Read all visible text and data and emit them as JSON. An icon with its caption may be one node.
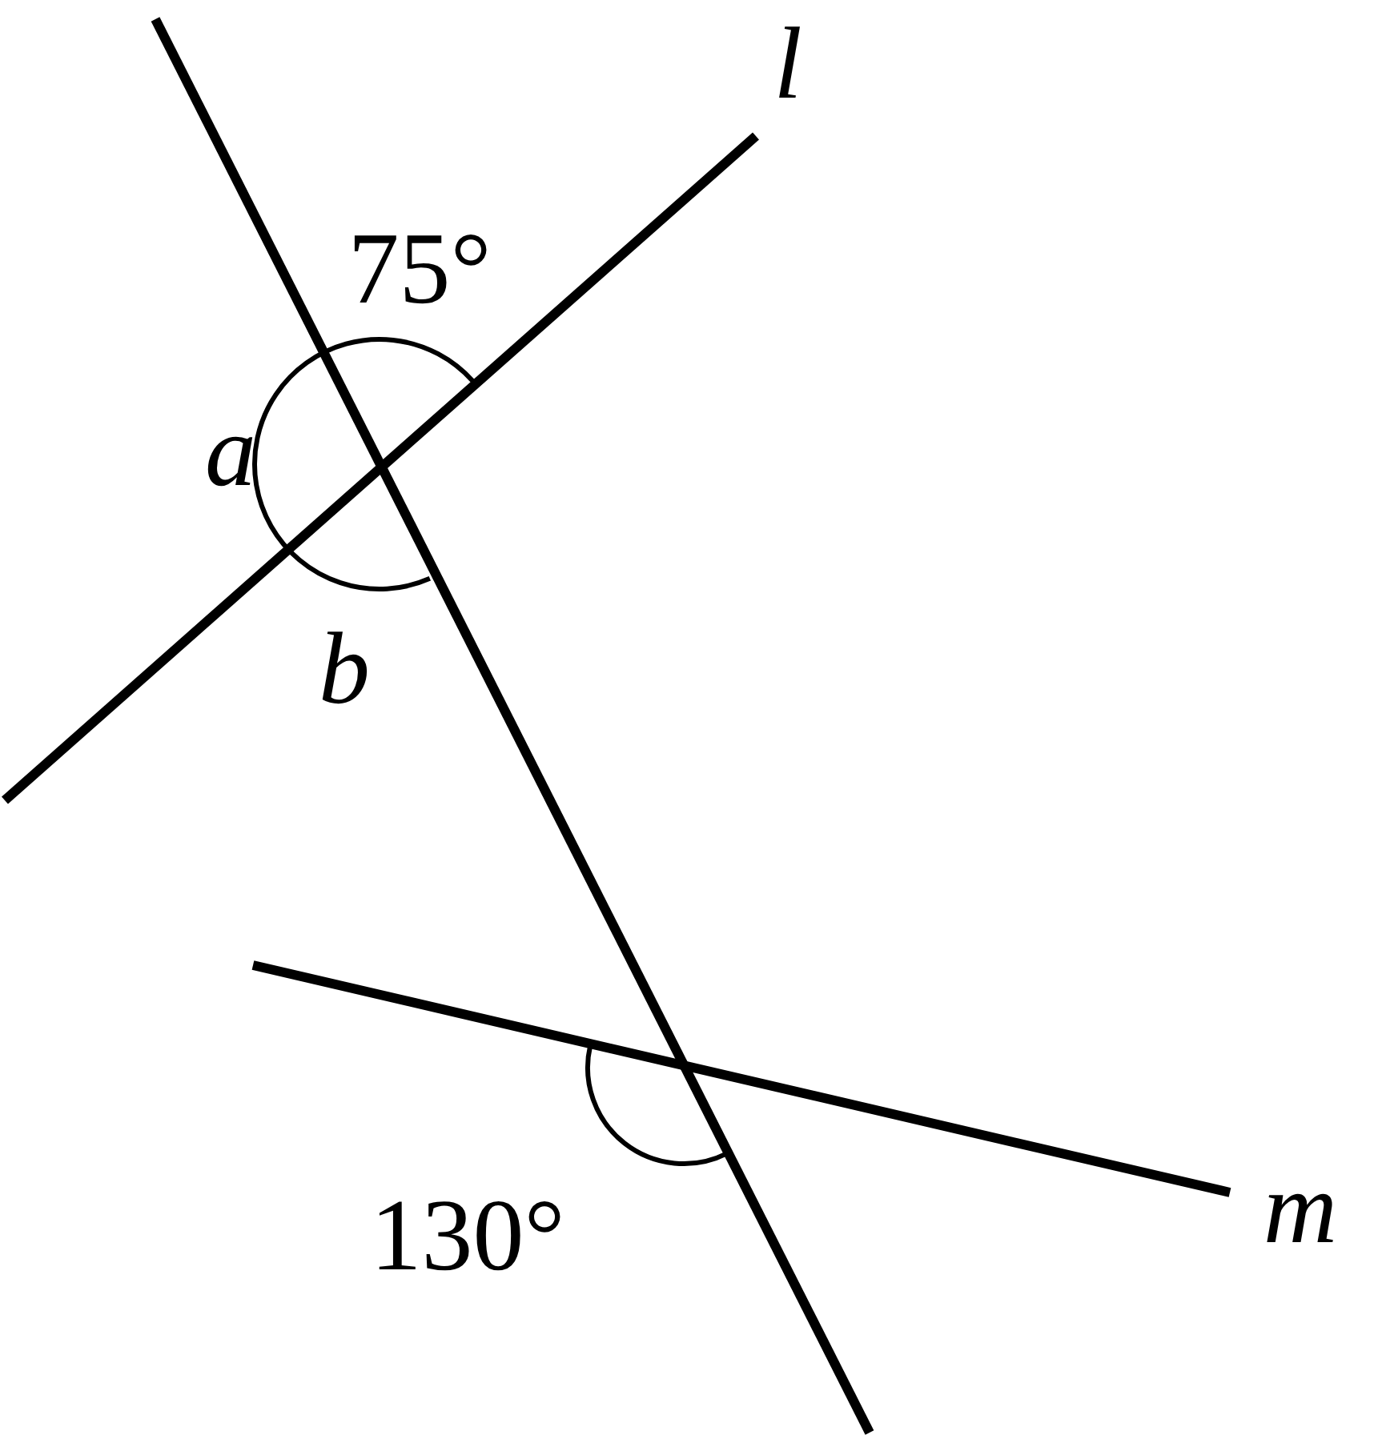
{
  "diagram": {
    "labels": [
      "l",
      "75°",
      "a",
      "b",
      "m",
      "130°"
    ]
  }
}
